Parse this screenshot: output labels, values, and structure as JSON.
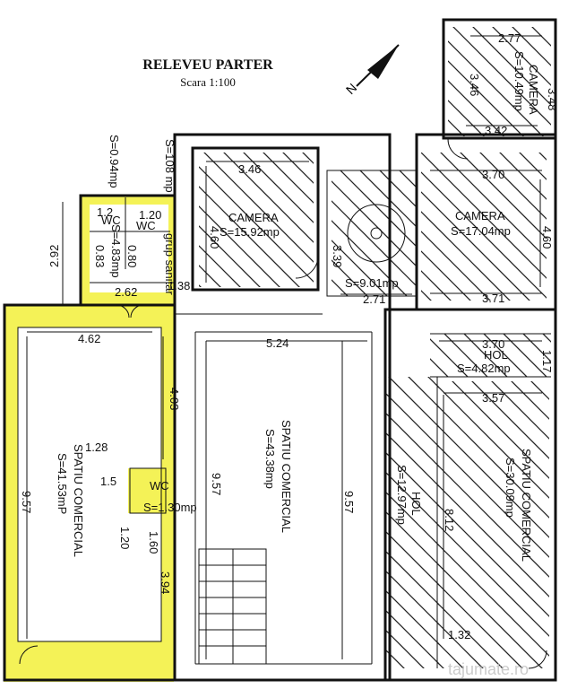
{
  "title": "RELEVEU PARTER",
  "scale": "Scara 1:100",
  "highlight_color": "#f2f03a",
  "rooms": {
    "camera_left": {
      "name": "CAMERA",
      "area": "S=15.92mp"
    },
    "camera_right": {
      "name": "CAMERA",
      "area": "S=17.04mp"
    },
    "camera_top": {
      "name": "CAMERA",
      "area": "S=10.49mp"
    },
    "stair_hall": {
      "area": "S=9.01mp"
    },
    "hol_small": {
      "name": "HOL",
      "area": "S=4.82mp"
    },
    "hol_long": {
      "name": "HOL",
      "area": "S=12.97mp"
    },
    "spatiu_left": {
      "name": "SPATIU COMERCIAL",
      "area": "S=41.53mP"
    },
    "spatiu_mid": {
      "name": "SPATIU COMERCIAL",
      "area": "S=43.38mp"
    },
    "spatiu_right": {
      "name": "SPATIU COMERCIAL",
      "area": "S=30.09mp"
    },
    "grup_sanitar": {
      "name": "grup sanitar",
      "area": "S=4.83mp"
    },
    "wc_small": {
      "name": "WC",
      "area": "S=1.30mp"
    },
    "wc_a": {
      "name": "WC"
    },
    "wc_b": {
      "name": "WC"
    },
    "area_094": {
      "area": "S=0.94mp"
    },
    "area_108": {
      "area": "S=108 mp"
    }
  },
  "dimensions": {
    "d277": "2.77",
    "d348": "3.48",
    "d342": "3.42",
    "d346": "3.46",
    "d370a": "3.70",
    "d370b": "3.70",
    "d460a": "4.60",
    "d460b": "4.60",
    "d339": "3.39",
    "d271": "2.71",
    "d371": "3.71",
    "d524": "5.24",
    "d462": "4.62",
    "d403": "4.03",
    "d128": "1.28",
    "d15": "1.5",
    "d120a": "1.20",
    "d120b": "1.20",
    "d160": "1.60",
    "d394": "3.94",
    "d957a": "9.57",
    "d957b": "9.57",
    "d957c": "9.57",
    "d262": "2.62",
    "d138": "1.38",
    "d292": "2.92",
    "d083": "0.83",
    "d080": "0.80",
    "d12": "1.2",
    "d357": "3.57",
    "d812": "8.12",
    "d132": "1.32",
    "d117": "1.17",
    "d346b": "3.46"
  },
  "watermark": "tajumate.ro"
}
